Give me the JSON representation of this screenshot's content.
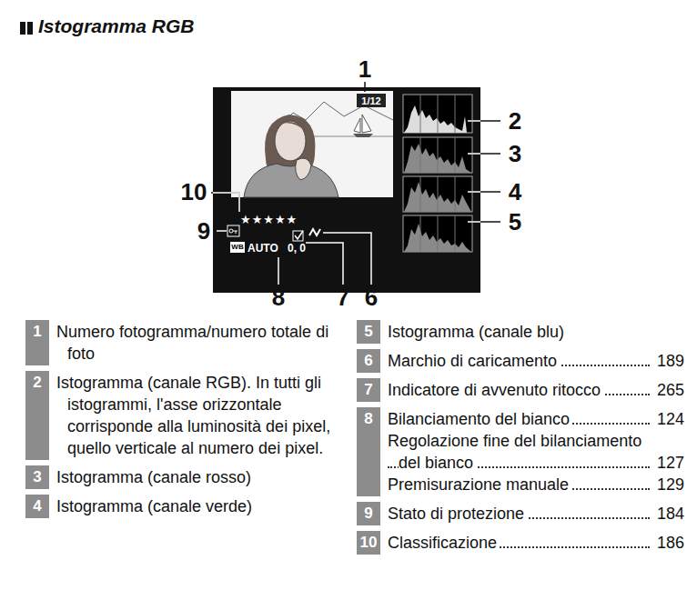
{
  "diagram": {
    "title": "Istogramma RGB",
    "labels": [
      "1",
      "2",
      "3",
      "10",
      "4",
      "9",
      "5",
      "8",
      "7",
      "6",
      "1/12",
      "★★★★★",
      "WB",
      "AUTO",
      "0, 0",
      "1",
      "Numero fotogramma/numero totale di foto",
      "2",
      "Istogramma (canale RGB). In tutti gli istogrammi, l'asse orizzontale corrisponde alla luminosità dei pixel, quello verticale al numero dei pixel.",
      "3",
      "Istogramma (canale rosso)",
      "4",
      "Istogramma (canale verde)",
      "5",
      "Istogramma (canale blu)",
      "6",
      "Marchio di caricamento",
      "189",
      "7",
      "Indicatore di avvenuto ritocco",
      "265",
      "8",
      "Bilanciamento del bianco",
      "124",
      "Regolazione fine del bilanciamento del bianco",
      "127",
      "Premisurazione manuale",
      "129",
      "9",
      "Stato di protezione",
      "184",
      "10",
      "Classificazione",
      "186"
    ]
  }
}
